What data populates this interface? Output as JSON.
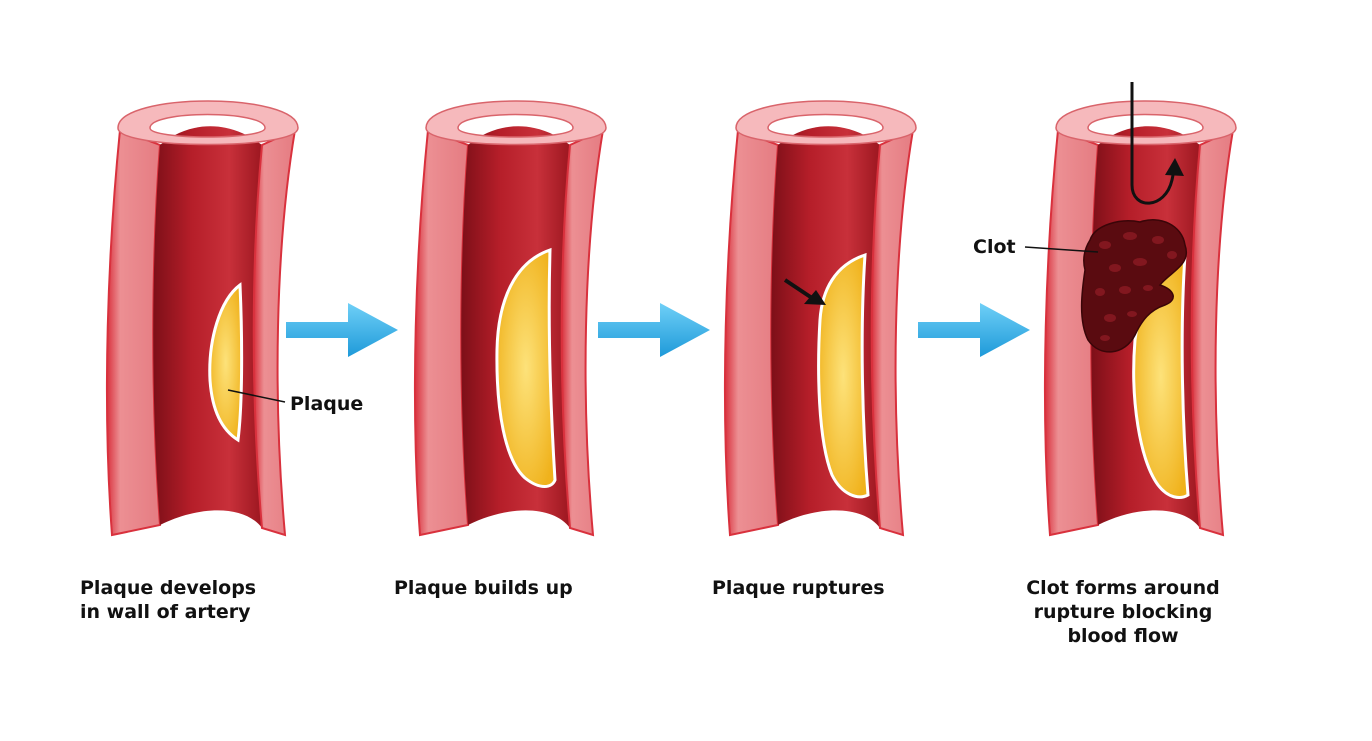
{
  "stages": [
    {
      "caption_lines": [
        "Plaque develops",
        "in wall of artery"
      ]
    },
    {
      "caption_lines": [
        "Plaque builds up"
      ]
    },
    {
      "caption_lines": [
        "Plaque ruptures"
      ]
    },
    {
      "caption_lines": [
        "Clot forms around",
        "rupture blocking",
        "blood flow"
      ]
    }
  ],
  "labels": {
    "plaque": "Plaque",
    "clot": "Clot"
  },
  "colors": {
    "lumen": "#b81f2a",
    "lumen_dark": "#8f141e",
    "wall": "#e88a8e",
    "wall_edge": "#d9313d",
    "rim_top": "#f6b9bc",
    "plaque": "#f5c02b",
    "plaque_light": "#fde27a",
    "clot": "#5a0b10",
    "progress_arrow": "#33b5ec"
  }
}
